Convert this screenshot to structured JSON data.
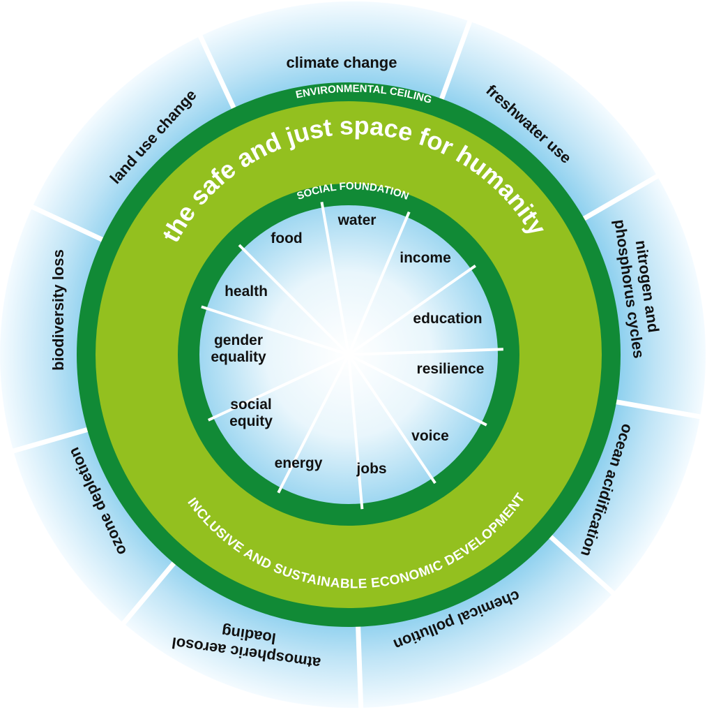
{
  "diagram": {
    "title": "the safe and just space for humanity",
    "environmental_ceiling": "ENVIRONMENTAL CEILING",
    "social_foundation": "SOCIAL FOUNDATION",
    "development": "INCLUSIVE AND SUSTAINABLE ECONOMIC DEVELOPMENT",
    "planetary_boundaries": [
      "climate change",
      "freshwater use",
      "nitrogen and phosphorus cycles",
      "ocean acidification",
      "chemical pollution",
      "atmospheric aerosol loading",
      "ozone depletion",
      "biodiversity loss",
      "land use change"
    ],
    "social_dimensions": [
      "water",
      "income",
      "education",
      "resilience",
      "voice",
      "jobs",
      "energy",
      "social equity",
      "gender equality",
      "health",
      "food"
    ],
    "colors": {
      "dark_green": "#118a36",
      "light_green": "#93c01f",
      "sky_blue": "#7cc9ec",
      "white": "#ffffff"
    }
  }
}
